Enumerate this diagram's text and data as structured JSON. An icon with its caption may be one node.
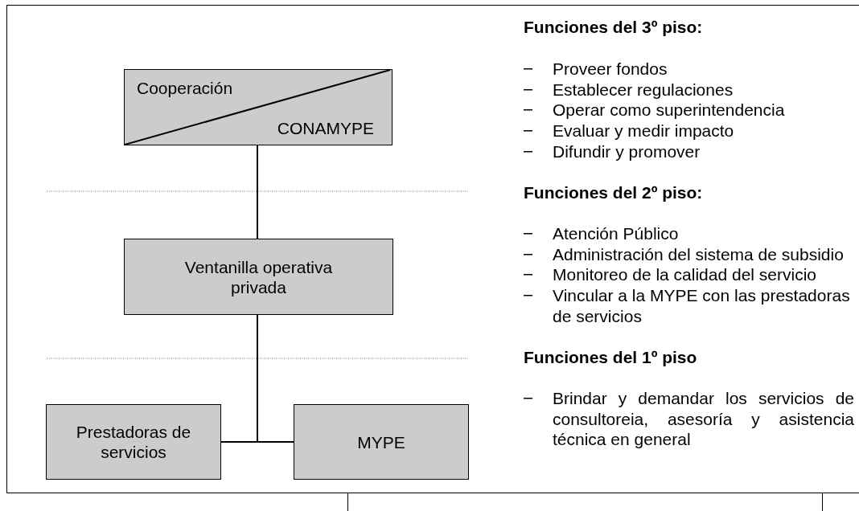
{
  "diagram": {
    "nodes": [
      {
        "text": [
          "Cooperación",
          "CONAMYPE"
        ]
      },
      {
        "text": [
          "Ventanilla operativa privada"
        ]
      },
      {
        "text": [
          "Prestadoras de servicios"
        ]
      },
      {
        "text": [
          "MYPE"
        ]
      }
    ],
    "edges": [
      {
        "from": 0,
        "to": 1,
        "arrow": "none"
      },
      {
        "from": 1,
        "to": 2,
        "arrow": "none"
      },
      {
        "from": 1,
        "to": 3,
        "arrow": "none"
      }
    ],
    "labels": [
      "Funciones del 3º piso:",
      "Proveer fondos",
      "Establecer regulaciones",
      "Operar como superintendencia",
      "Evaluar y medir impacto",
      "Difundir y promover",
      "Funciones del 2º piso:",
      "Atención Público",
      "Administración del sistema de subsidio",
      "Monitoreo de la calidad del servicio",
      "Vincular a la MYPE con las prestadoras de servicios",
      "Funciones del 1º piso",
      "Brindar y demandar los servicios de consultoreia, asesoría y asistencia técnica en general"
    ]
  }
}
